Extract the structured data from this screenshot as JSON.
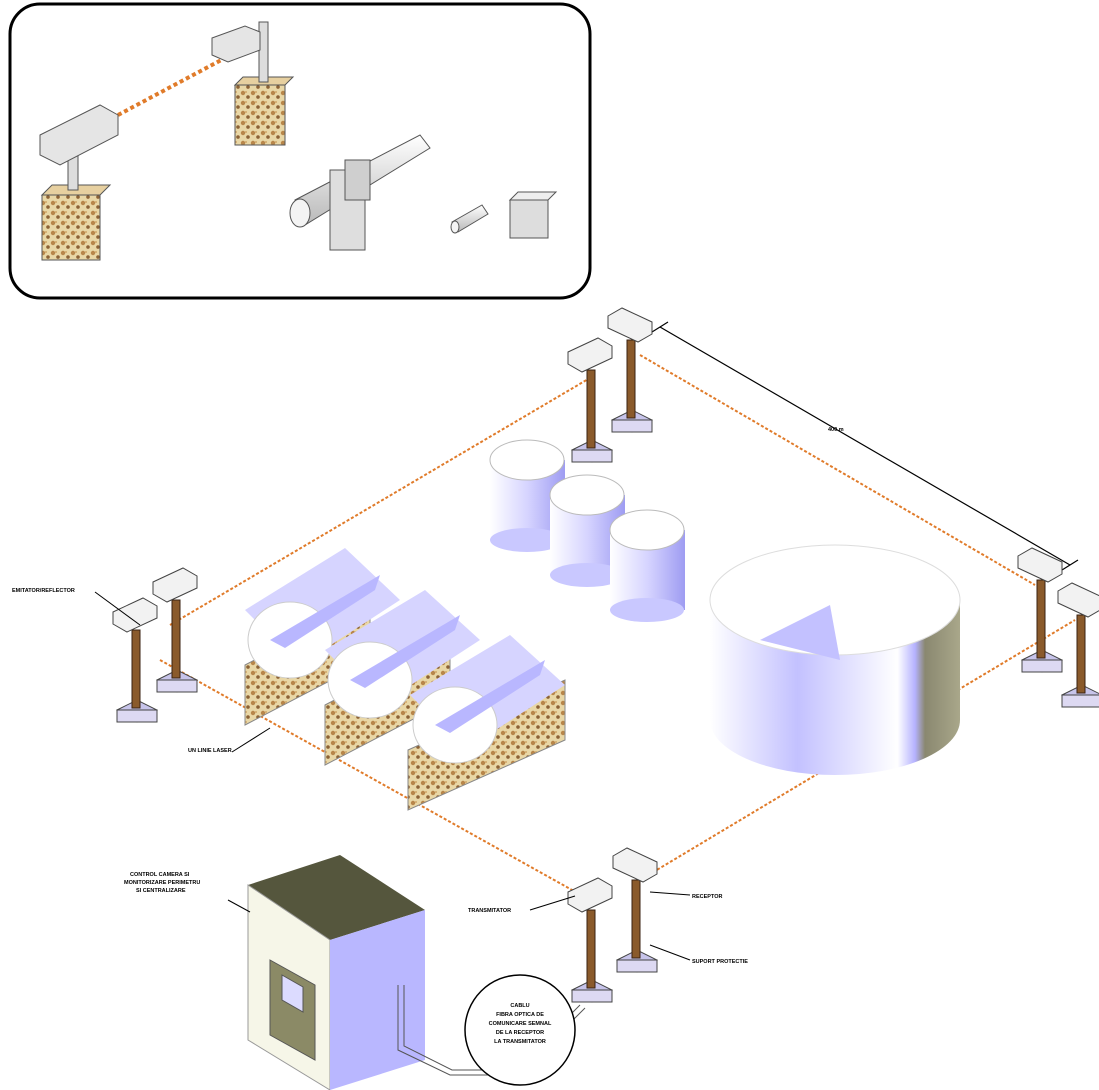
{
  "labels": {
    "emitter_top_left": "EMITATOR/REFLECTOR",
    "laser_beam": "UN LINIE LASER",
    "distance": "400 m",
    "control_room_line1": "CONTROL CAMERA SI",
    "control_room_line2": "MONITORIZARE PERIMETRU",
    "control_room_line3": "SI CENTRALIZARE",
    "transmitter": "TRANSMITATOR",
    "receiver": "RECEPTOR",
    "support": "SUPORT PROTECTIE",
    "cable_line1": "CABLU",
    "cable_line2": "FIBRA OPTICA DE",
    "cable_line3": "COMUNICARE SEMNAL",
    "cable_line4": "DE LA RECEPTOR",
    "cable_line5": "LA TRANSMITATOR"
  },
  "colors": {
    "laser": "#e07b2a",
    "tank_fill": "#c9c8ff",
    "tank_shade": "#8f8fe8",
    "post": "#8a5a2b",
    "base": "#d9d6f0",
    "stone": "#c89c5c",
    "building_roof": "#55563d",
    "building_side": "#b9b7ff",
    "door": "#8b8a66"
  }
}
